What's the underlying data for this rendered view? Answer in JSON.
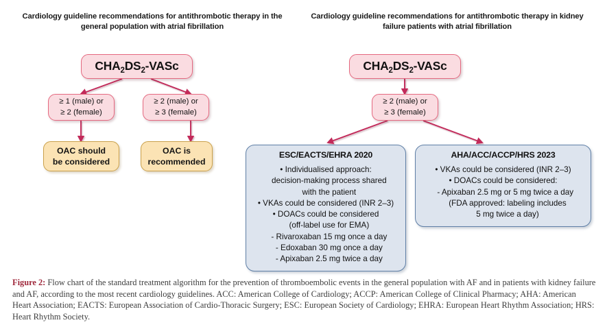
{
  "headers": {
    "left": "Cardiology guideline recommendations for antithrombotic therapy in the general population with atrial fibrillation",
    "right": "Cardiology guideline recommendations for antithrombotic therapy in kidney failure patients with atrial fibrillation"
  },
  "left_flow": {
    "root_label": "CHA2DS2-VASc",
    "root_parts": {
      "p1": "CHA",
      "s1": "2",
      "p2": "DS",
      "s2": "2",
      "p3": "-VASc"
    },
    "branch_a": {
      "line1": "≥ 1 (male) or",
      "line2": "≥ 2 (female)"
    },
    "branch_b": {
      "line1": "≥ 2 (male) or",
      "line2": "≥ 3 (female)"
    },
    "outcome_a": {
      "line1": "OAC should",
      "line2": "be considered"
    },
    "outcome_b": {
      "line1": "OAC is",
      "line2": "recommended"
    }
  },
  "right_flow": {
    "root_label": "CHA2DS2-VASc",
    "root_parts": {
      "p1": "CHA",
      "s1": "2",
      "p2": "DS",
      "s2": "2",
      "p3": "-VASc"
    },
    "branch": {
      "line1": "≥ 2 (male) or",
      "line2": "≥ 3 (female)"
    },
    "panels": [
      {
        "title": "ESC/EACTS/EHRA 2020",
        "lines": [
          "• Individualised approach:",
          "   decision-making process shared",
          "   with the patient",
          "• VKAs could be considered (INR 2–3)",
          "• DOACs could be considered",
          "   (off-label use for EMA)",
          "   - Rivaroxaban 15 mg once a day",
          "   - Edoxaban 30 mg once a day",
          "   - Apixaban 2.5 mg twice a day"
        ]
      },
      {
        "title": "AHA/ACC/ACCP/HRS 2023",
        "lines": [
          "• VKAs could be considered (INR 2–3)",
          "• DOACs could be considered:",
          "  - Apixaban 2.5 mg or 5 mg twice a day",
          "    (FDA approved: labeling includes",
          "    5 mg twice a day)"
        ]
      }
    ]
  },
  "caption": {
    "label": "Figure 2:",
    "text": " Flow chart of the standard treatment algorithm for the prevention of thromboembolic events in the general population with AF and in patients with kidney failure and AF, according to the most recent cardiology guidelines. ACC: American College of Cardiology; ACCP: American College of Clinical Pharmacy; AHA: American Heart Association; EACTS: European Association of Cardio-Thoracic Surgery; ESC: European Society of Cardiology; EHRA: European Heart Rhythm Association; HRS: Heart Rhythm Society."
  },
  "colors": {
    "pink_fill": "#fadce1",
    "pink_border": "#e4687f",
    "tan_fill": "#fbe3b4",
    "tan_border": "#c9a04a",
    "blue_fill": "#dde4ee",
    "blue_border": "#5f7fa6",
    "arrow": "#c2295a",
    "caption_label": "#a02a3d"
  }
}
